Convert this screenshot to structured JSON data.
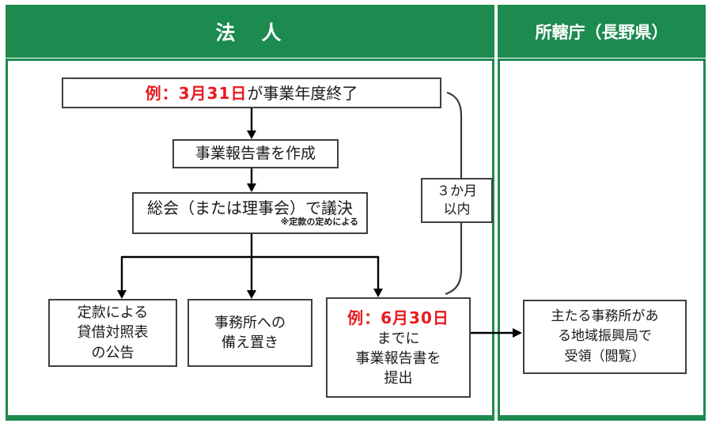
{
  "header": {
    "left_title": "法　人",
    "right_title": "所轄庁（長野県）"
  },
  "colors": {
    "header_green": "#1d8a50",
    "panel_border_green": "#1d8a50",
    "highlight_red": "#e8191f",
    "box_border": "#3f3f3f",
    "arrow_black": "#000000"
  },
  "flow": {
    "box1": {
      "highlight": "例：3月31日",
      "rest": " が事業年度終了"
    },
    "box2": {
      "text": "事業報告書を作成"
    },
    "box3": {
      "text": "総会（または理事会）で議決",
      "note": "※定款の定めによる"
    },
    "box4": {
      "lines": [
        "定款による",
        "貸借対照表",
        "の公告"
      ]
    },
    "box5": {
      "lines": [
        "事務所への",
        "備え置き"
      ]
    },
    "box6": {
      "highlight": "例：6月30日",
      "lines": [
        "までに",
        "事業報告書を",
        "提出"
      ]
    },
    "duration": {
      "lines": [
        "３か月",
        "以内"
      ]
    },
    "receive": {
      "lines": [
        "主たる事務所があ",
        "る地域振興局で",
        "受領（閲覧）"
      ]
    }
  }
}
